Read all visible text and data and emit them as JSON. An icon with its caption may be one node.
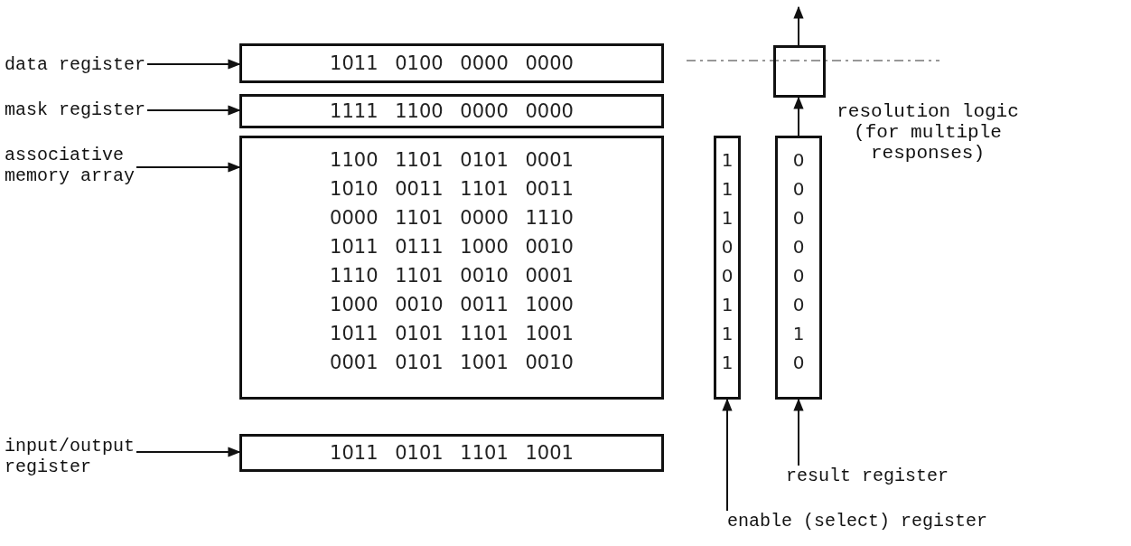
{
  "diagram": {
    "nodes": [
      {
        "text": [
          "data register"
        ]
      },
      {
        "text": [
          "1011 0100 0000 0000"
        ]
      },
      {
        "text": [
          "mask register"
        ]
      },
      {
        "text": [
          "1111 1100 0000 0000"
        ]
      },
      {
        "text": [
          "associative memory array"
        ]
      },
      {
        "text": [
          "1100 1101 0101 0001",
          "1010 0011 1101 0011",
          "0000 1101 0000 1110",
          "1011 0111 1000 0010",
          "1110 1101 0010 0001",
          "1000 0010 0011 1000",
          "1011 0101 1101 1001",
          "0001 0101 1001 0010"
        ]
      },
      {
        "text": [
          "input/output register"
        ]
      },
      {
        "text": [
          "1011 0101 1101 1001"
        ]
      },
      {
        "text": [
          "1",
          "1",
          "1",
          "0",
          "0",
          "1",
          "1",
          "1"
        ]
      },
      {
        "text": [
          "0",
          "0",
          "0",
          "0",
          "0",
          "0",
          "1",
          "0"
        ]
      },
      {
        "text": [],
        "shape": "box"
      },
      {
        "text": [
          "result register"
        ]
      },
      {
        "text": [
          "enable (select) register"
        ]
      }
    ],
    "edges": [
      {
        "from": 0,
        "to": 1,
        "arrow": "to"
      },
      {
        "from": 2,
        "to": 3,
        "arrow": "to"
      },
      {
        "from": 4,
        "to": 5,
        "arrow": "to"
      },
      {
        "from": 6,
        "to": 7,
        "arrow": "to"
      },
      {
        "from": 12,
        "to": 8,
        "arrow": "to"
      },
      {
        "from": 11,
        "to": 9,
        "arrow": "to"
      },
      {
        "from": 9,
        "to": 10,
        "arrow": "to"
      },
      {
        "from": 10,
        "to": null,
        "arrow": "to"
      }
    ],
    "labels": [
      "resolution logic (for multiple responses)"
    ]
  }
}
